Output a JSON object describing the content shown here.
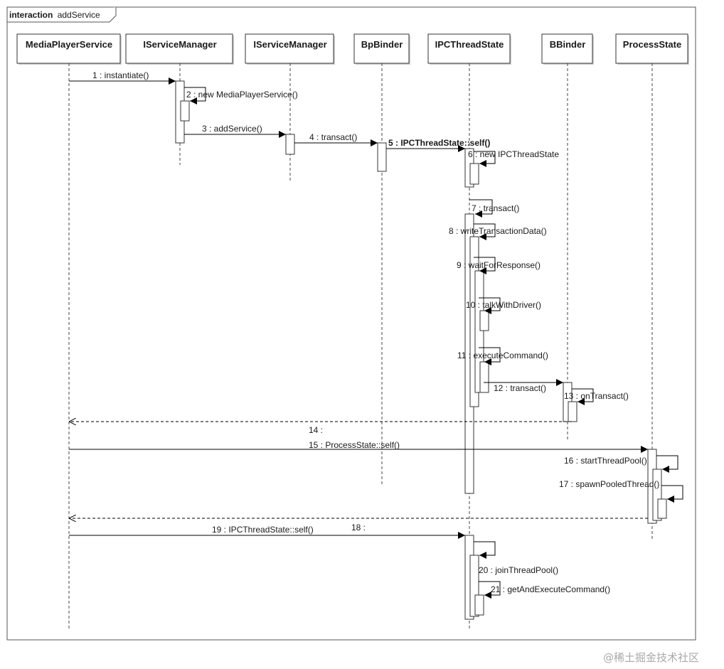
{
  "frame": {
    "keyword": "interaction",
    "name": "addService"
  },
  "lifelines": [
    {
      "id": "mps",
      "name": "MediaPlayerService"
    },
    {
      "id": "ism1",
      "name": "IServiceManager"
    },
    {
      "id": "ism2",
      "name": "IServiceManager"
    },
    {
      "id": "bp",
      "name": "BpBinder"
    },
    {
      "id": "ipc",
      "name": "IPCThreadState"
    },
    {
      "id": "bb",
      "name": "BBinder"
    },
    {
      "id": "ps",
      "name": "ProcessState"
    }
  ],
  "messages": [
    {
      "n": 1,
      "label": "1 : instantiate()",
      "from": "mps",
      "to": "ism1",
      "kind": "call"
    },
    {
      "n": 2,
      "label": "2 : new MediaPlayerService()",
      "from": "ism1",
      "to": "ism1",
      "kind": "self"
    },
    {
      "n": 3,
      "label": "3 : addService()",
      "from": "ism1",
      "to": "ism2",
      "kind": "call"
    },
    {
      "n": 4,
      "label": "4 : transact()",
      "from": "ism2",
      "to": "bp",
      "kind": "call"
    },
    {
      "n": 5,
      "label": "5 : IPCThreadState::self()",
      "from": "bp",
      "to": "ipc",
      "kind": "call"
    },
    {
      "n": 6,
      "label": "6 : new IPCThreadState",
      "from": "ipc",
      "to": "ipc",
      "kind": "self"
    },
    {
      "n": 7,
      "label": "7 : transact()",
      "from": "ipc",
      "to": "ipc",
      "kind": "self"
    },
    {
      "n": 8,
      "label": "8 : writeTransactionData()",
      "from": "ipc",
      "to": "ipc",
      "kind": "self"
    },
    {
      "n": 9,
      "label": "9 : waitForResponse()",
      "from": "ipc",
      "to": "ipc",
      "kind": "self"
    },
    {
      "n": 10,
      "label": "10 : talkWithDriver()",
      "from": "ipc",
      "to": "ipc",
      "kind": "self"
    },
    {
      "n": 11,
      "label": "11 : executeCommand()",
      "from": "ipc",
      "to": "ipc",
      "kind": "self"
    },
    {
      "n": 12,
      "label": "12 : transact()",
      "from": "ipc",
      "to": "bb",
      "kind": "call"
    },
    {
      "n": 13,
      "label": "13 : onTransact()",
      "from": "bb",
      "to": "bb",
      "kind": "self"
    },
    {
      "n": 14,
      "label": "14 :",
      "from": "bb",
      "to": "mps",
      "kind": "return"
    },
    {
      "n": 15,
      "label": "15 : ProcessState::self()",
      "from": "mps",
      "to": "ps",
      "kind": "call"
    },
    {
      "n": 16,
      "label": "16 : startThreadPool()",
      "from": "ps",
      "to": "ps",
      "kind": "self"
    },
    {
      "n": 17,
      "label": "17 : spawnPooledThread()",
      "from": "ps",
      "to": "ps",
      "kind": "self"
    },
    {
      "n": 18,
      "label": "18 :",
      "from": "ps",
      "to": "mps",
      "kind": "return"
    },
    {
      "n": 19,
      "label": "19 : IPCThreadState::self()",
      "from": "mps",
      "to": "ipc",
      "kind": "call"
    },
    {
      "n": 20,
      "label": "20 : joinThreadPool()",
      "from": "ipc",
      "to": "ipc",
      "kind": "self"
    },
    {
      "n": 21,
      "label": "21 : getAndExecuteCommand()",
      "from": "ipc",
      "to": "ipc",
      "kind": "self"
    }
  ],
  "watermark": "@稀土掘金技术社区"
}
